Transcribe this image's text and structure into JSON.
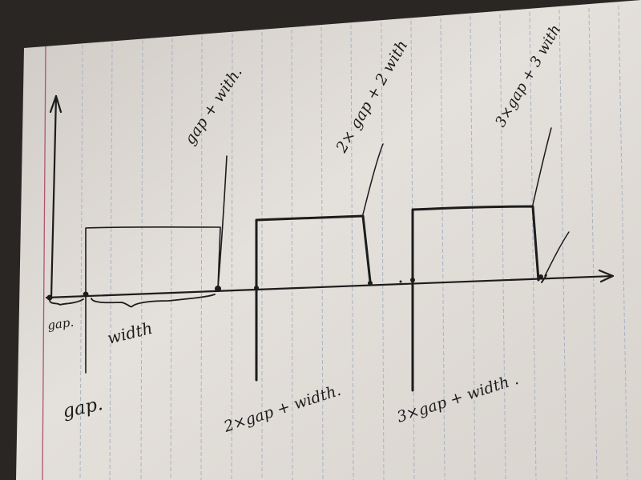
{
  "diagram": {
    "labels": {
      "gap_small": "gap.",
      "width_brace": "width",
      "gap_bottom": "gap.",
      "top_gap_width": "gap + with.",
      "top_2gap_2width": "2× gap + 2 with",
      "top_3gap_3width": "3×gap + 3 with",
      "bottom_2gap_width": "2×gap + width.",
      "bottom_3gap_width": "3×gap + width ."
    },
    "colors": {
      "paper": "#e2ded9",
      "paper_shadow": "#b9b4ae",
      "rule_line": "#a9b3c4",
      "margin_line": "#b0566a",
      "ink": "#1c1c1c"
    }
  }
}
